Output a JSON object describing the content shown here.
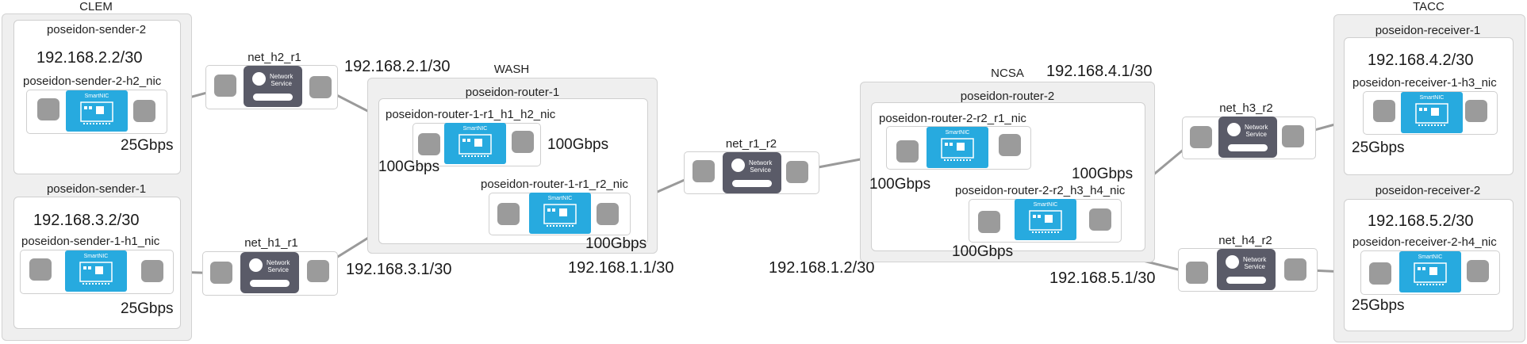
{
  "sites": {
    "clem": "CLEM",
    "wash": "WASH",
    "ncsa": "NCSA",
    "tacc": "TACC"
  },
  "nodes": {
    "sender2": {
      "title": "poseidon-sender-2",
      "ip": "192.168.2.2/30",
      "nic": "poseidon-sender-2-h2_nic",
      "bw": "25Gbps"
    },
    "sender1": {
      "title": "poseidon-sender-1",
      "ip": "192.168.3.2/30",
      "nic": "poseidon-sender-1-h1_nic",
      "bw": "25Gbps"
    },
    "router1": {
      "title": "poseidon-router-1",
      "nic1": "poseidon-router-1-r1_h1_h2_nic",
      "nic2": "poseidon-router-1-r1_r2_nic",
      "bw1a": "100Gbps",
      "bw1b": "100Gbps",
      "bw2": "100Gbps"
    },
    "router2": {
      "title": "poseidon-router-2",
      "nic1": "poseidon-router-2-r2_r1_nic",
      "nic2": "poseidon-router-2-r2_h3_h4_nic",
      "bw1": "100Gbps",
      "bw2a": "100Gbps",
      "bw2b": "100Gbps"
    },
    "receiver1": {
      "title": "poseidon-receiver-1",
      "ip": "192.168.4.2/30",
      "nic": "poseidon-receiver-1-h3_nic",
      "bw": "25Gbps"
    },
    "receiver2": {
      "title": "poseidon-receiver-2",
      "ip": "192.168.5.2/30",
      "nic": "poseidon-receiver-2-h4_nic",
      "bw": "25Gbps"
    }
  },
  "networks": {
    "h2_r1": {
      "label": "net_h2_r1",
      "ip": "192.168.2.1/30"
    },
    "h1_r1": {
      "label": "net_h1_r1",
      "ip": "192.168.3.1/30"
    },
    "r1_r2": {
      "label": "net_r1_r2",
      "ip_left": "192.168.1.1/30",
      "ip_right": "192.168.1.2/30"
    },
    "h3_r2": {
      "label": "net_h3_r2",
      "ip": "192.168.4.1/30"
    },
    "h4_r2": {
      "label": "net_h4_r2",
      "ip": "192.168.5.1/30"
    }
  },
  "component_text": {
    "smartnic": "SmartNIC",
    "network_service_1": "Network",
    "network_service_2": "Service"
  },
  "colors": {
    "site_bg": "#efefef",
    "smartnic": "#27aadf",
    "network_service": "#5a5b68",
    "port": "#9b9b9b",
    "link": "#9a9a9a"
  }
}
